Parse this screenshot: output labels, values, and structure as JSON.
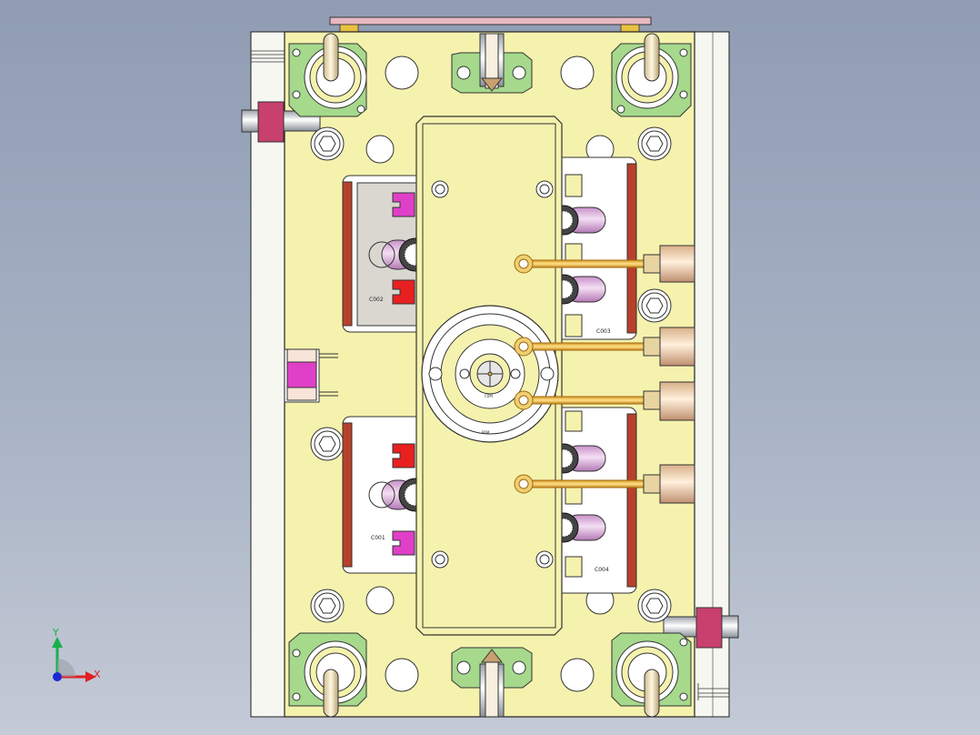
{
  "view": {
    "background_top": "#8f9cb3",
    "background_bottom": "#c4cad6"
  },
  "colors": {
    "plate": "#f5f2ae",
    "frame": "#ffffff",
    "clamp_green": "#a6d98c",
    "magenta": "#e040c8",
    "red": "#e82020",
    "gold": "#e8b040",
    "copper": "#f0c49a",
    "pink_handle": "#c8406e",
    "core_purple": "#d7a4d8"
  },
  "cavities": {
    "c1": "C001",
    "c2": "C002",
    "c3": "C003",
    "c4": "C004"
  },
  "center": {
    "label_small": "C0M",
    "label_ring": "P0M"
  },
  "triad": {
    "x_label": "X",
    "y_label": "Y"
  }
}
